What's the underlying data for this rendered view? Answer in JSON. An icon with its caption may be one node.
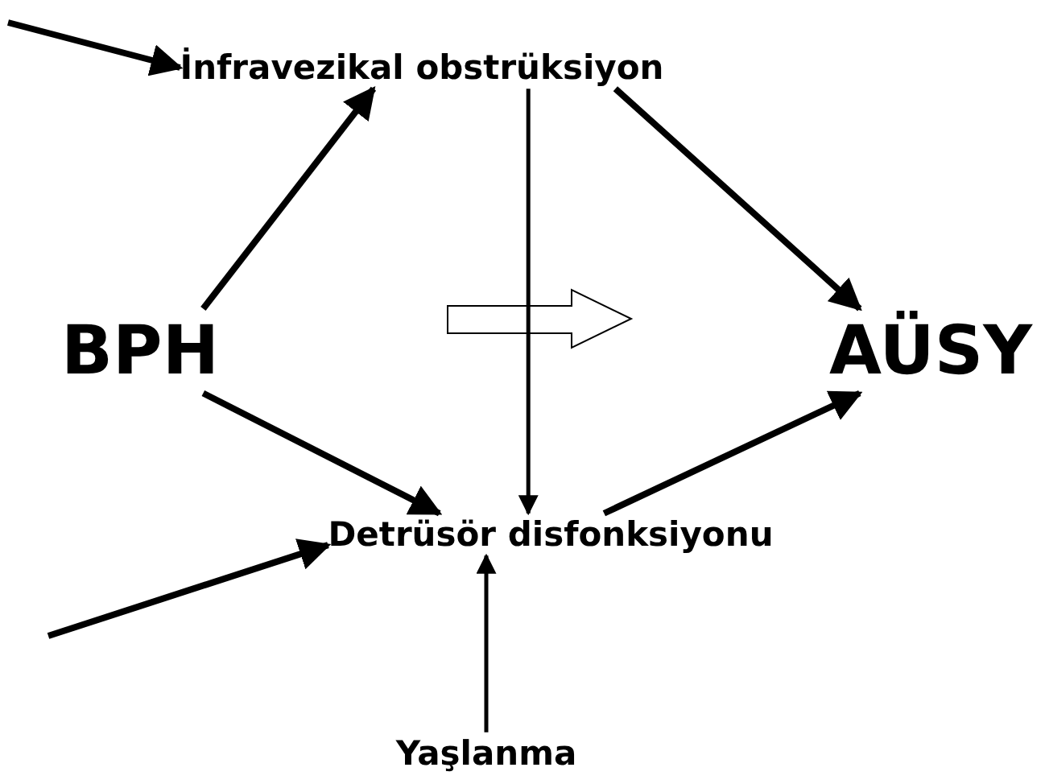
{
  "diagram": {
    "nodes": [
      {
        "text": [
          "İnfravezikal obstrüksiyon"
        ]
      },
      {
        "text": [
          "BPH"
        ]
      },
      {
        "text": [
          "AÜSY"
        ]
      },
      {
        "text": [
          "Detrüsör disfonksiyonu"
        ]
      },
      {
        "text": [
          "Yaşlanma"
        ]
      }
    ],
    "edges": [
      {
        "from": null,
        "to": 0,
        "arrow": "to"
      },
      {
        "from": 1,
        "to": 0,
        "arrow": "to"
      },
      {
        "from": 0,
        "to": 2,
        "arrow": "to"
      },
      {
        "from": 1,
        "to": 3,
        "arrow": "to"
      },
      {
        "from": 3,
        "to": 2,
        "arrow": "to"
      },
      {
        "from": 0,
        "to": 3,
        "arrow": "to"
      },
      {
        "from": null,
        "to": 3,
        "arrow": "to"
      },
      {
        "from": 4,
        "to": 3,
        "arrow": "to"
      }
    ]
  }
}
